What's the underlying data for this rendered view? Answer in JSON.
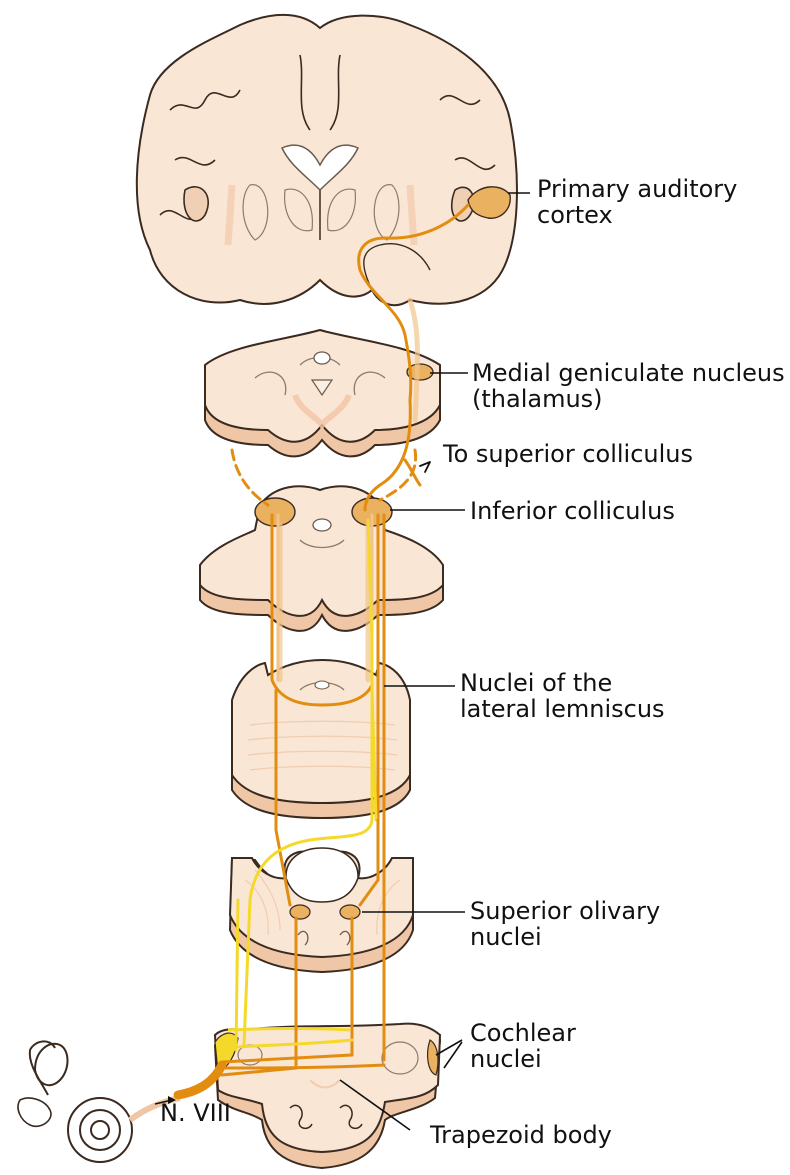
{
  "labels": {
    "primary_auditory_cortex": [
      "Primary auditory",
      "cortex"
    ],
    "medial_geniculate": [
      "Medial geniculate nucleus",
      "(thalamus)"
    ],
    "to_superior_colliculus": "To superior colliculus",
    "inferior_colliculus": "Inferior colliculus",
    "lateral_lemniscus": [
      "Nuclei of the",
      "lateral lemniscus"
    ],
    "superior_olivary": [
      "Superior olivary",
      "nuclei"
    ],
    "cochlear_nuclei": [
      "Cochlear",
      "nuclei"
    ],
    "n_viii": "N. VIII",
    "trapezoid_body": "Trapezoid body"
  },
  "colors": {
    "tissue": "#f9e6d4",
    "tissue_edge": "#3a2a20",
    "section_side": "#efc7a6",
    "pathway_orange": "#e28d10",
    "pathway_yellow": "#f5d92a",
    "pathway_faint": "#f2c48a",
    "nucleus": "#eab160"
  }
}
